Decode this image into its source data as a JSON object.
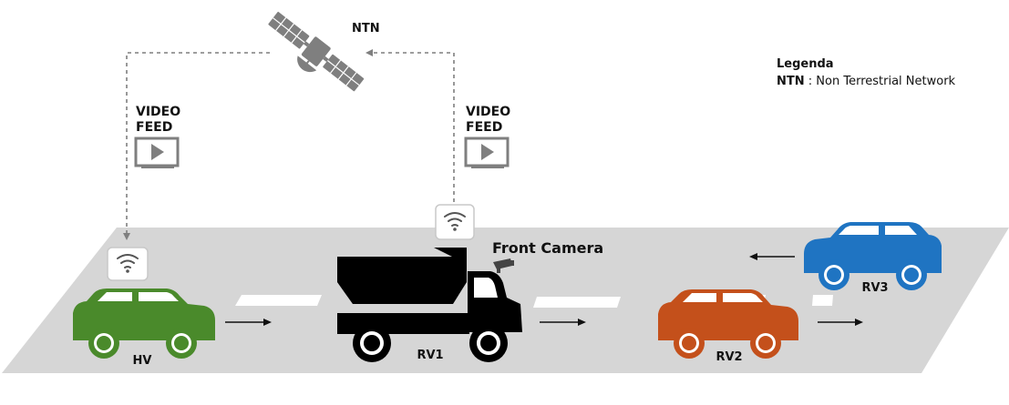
{
  "satellite": {
    "label": "NTN",
    "icon": "satellite-icon"
  },
  "video_feeds": [
    {
      "line1": "VIDEO",
      "line2": "FEED",
      "icon": "video-play-icon"
    },
    {
      "line1": "VIDEO",
      "line2": "FEED",
      "icon": "video-play-icon"
    }
  ],
  "legend": {
    "title": "Legenda",
    "abbr": "NTN",
    "sep": " : ",
    "meaning": "Non Terrestrial Network"
  },
  "front_camera": {
    "label": "Front Camera",
    "icon": "camera-icon"
  },
  "vehicles": [
    {
      "label": "HV",
      "color": "#4a8a2b",
      "icon": "car-icon"
    },
    {
      "label": "RV1",
      "color": "#000000",
      "icon": "truck-icon"
    },
    {
      "label": "RV2",
      "color": "#c4501b",
      "icon": "car-icon"
    },
    {
      "label": "RV3",
      "color": "#1f74c2",
      "icon": "car-icon"
    }
  ],
  "wifi_icon": "wifi-icon",
  "colors": {
    "road": "#d6d6d6",
    "lane_marks": "#ffffff",
    "icons": "#7f7f7f",
    "links": "#7f7f7f"
  }
}
